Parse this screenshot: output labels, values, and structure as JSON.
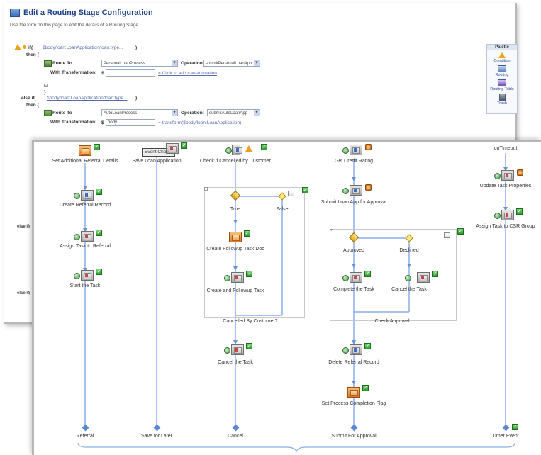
{
  "back_window": {
    "title": "Edit a Routing Stage Configuration",
    "subtitle": "Use the form on this page to edit the details of a Routing Stage.",
    "case1": {
      "condition_prefix": "if(",
      "condition_link": "$body/loan:LoanApplication/loan:type...",
      "condition_suffix": ")",
      "then_label": "then {",
      "route_to_label": "Route To",
      "route_to_value": "PersonalLoanProcess",
      "operation_label": "Operation:",
      "operation_value": "submitPersonalLoanApp",
      "transform_label": "With Transformation:",
      "transform_var": "$",
      "transform_link": "= Click to add transformation"
    },
    "case2": {
      "condition_prefix": "else if(",
      "condition_link": "$body/loan:LoanApplication/loan:type...",
      "condition_suffix": ")",
      "then_label": "then {",
      "route_to_label": "Route To",
      "route_to_value": "AutoLoanProcess",
      "operation_label": "Operation:",
      "operation_value": "submitAutoLoanApp",
      "transform_label": "With Transformation:",
      "transform_var": "$",
      "transform_value": "body",
      "transform_link": "= transform($body/loan:LoanApplication)"
    },
    "side_labels": [
      "else if(",
      "else if("
    ],
    "palette": {
      "header": "Palette",
      "items": [
        "Condition",
        "Routing",
        "Routing Table",
        "Trash"
      ]
    }
  },
  "front_window": {
    "tooltip": "Event Choice",
    "on_timeout": "onTimeout",
    "col1": [
      "Set Additional Referral Details",
      "Create Referral Record",
      "Assign Task to Referral",
      "Start the Task"
    ],
    "col2": [
      "Save Loan Application"
    ],
    "col3": {
      "top": "Check if Cancelled by Customer",
      "branch_true": "True",
      "branch_false": "False",
      "true_tasks": [
        "Create Followup Task Doc",
        "Create and Followup Task"
      ],
      "block_label": "Cancelled By Customer?",
      "after": "Cancel the Task"
    },
    "col4": {
      "top": [
        "Get Credit Rating",
        "Submit Loan App for Approval"
      ],
      "branch_approved": "Approved",
      "branch_declined": "Declined",
      "approved_task": "Complete the Task",
      "declined_task": "Cancel the Task",
      "block_label": "Check Approval",
      "after": [
        "Delete Referral Record",
        "Set Process Completion Flag"
      ]
    },
    "col5": [
      "Update Task Properties",
      "Assign Task to CSR Group"
    ],
    "bottom_labels": [
      "Referral",
      "Save for Later",
      "Cancel",
      "Submit For Approval",
      "Timer Event"
    ]
  }
}
